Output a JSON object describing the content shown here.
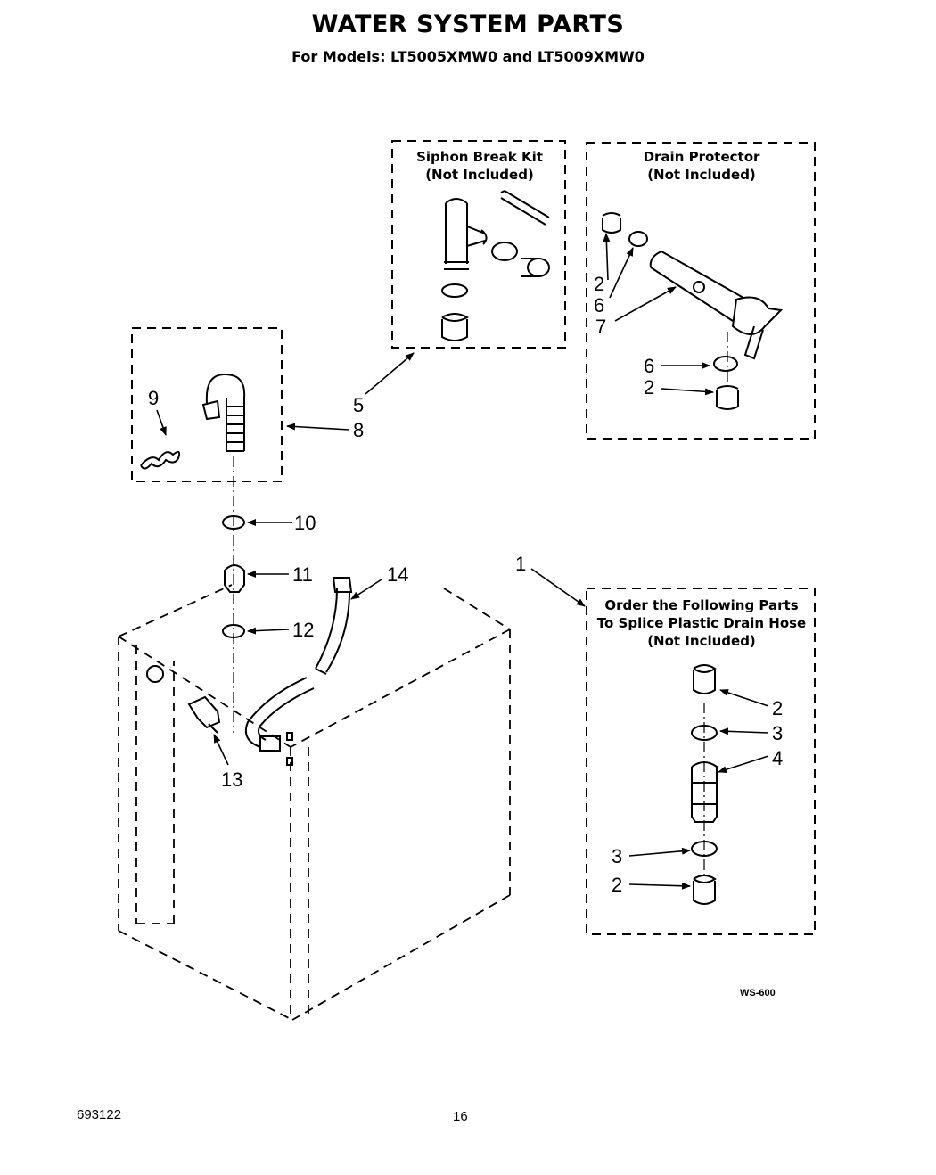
{
  "header": {
    "title": "WATER SYSTEM PARTS",
    "subtitle": "For Models: LT5005XMW0  and LT5009XMW0"
  },
  "boxes": {
    "siphon_break_kit": {
      "line1": "Siphon Break Kit",
      "line2": "(Not Included)"
    },
    "drain_protector": {
      "line1": "Drain Protector",
      "line2": "(Not Included)"
    },
    "splice_parts": {
      "line1": "Order the Following Parts",
      "line2": "To Splice Plastic Drain Hose",
      "line3": "(Not Included)"
    }
  },
  "callouts": {
    "c1": "1",
    "c2a": "2",
    "c2b": "2",
    "c2c": "2",
    "c2d": "2",
    "c3a": "3",
    "c3b": "3",
    "c4": "4",
    "c5": "5",
    "c6a": "6",
    "c6b": "6",
    "c7": "7",
    "c8": "8",
    "c9": "9",
    "c10": "10",
    "c11": "11",
    "c12": "12",
    "c13": "13",
    "c14": "14"
  },
  "figure_code": "WS-600",
  "footer": {
    "doc_number": "693122",
    "page_number": "16"
  }
}
